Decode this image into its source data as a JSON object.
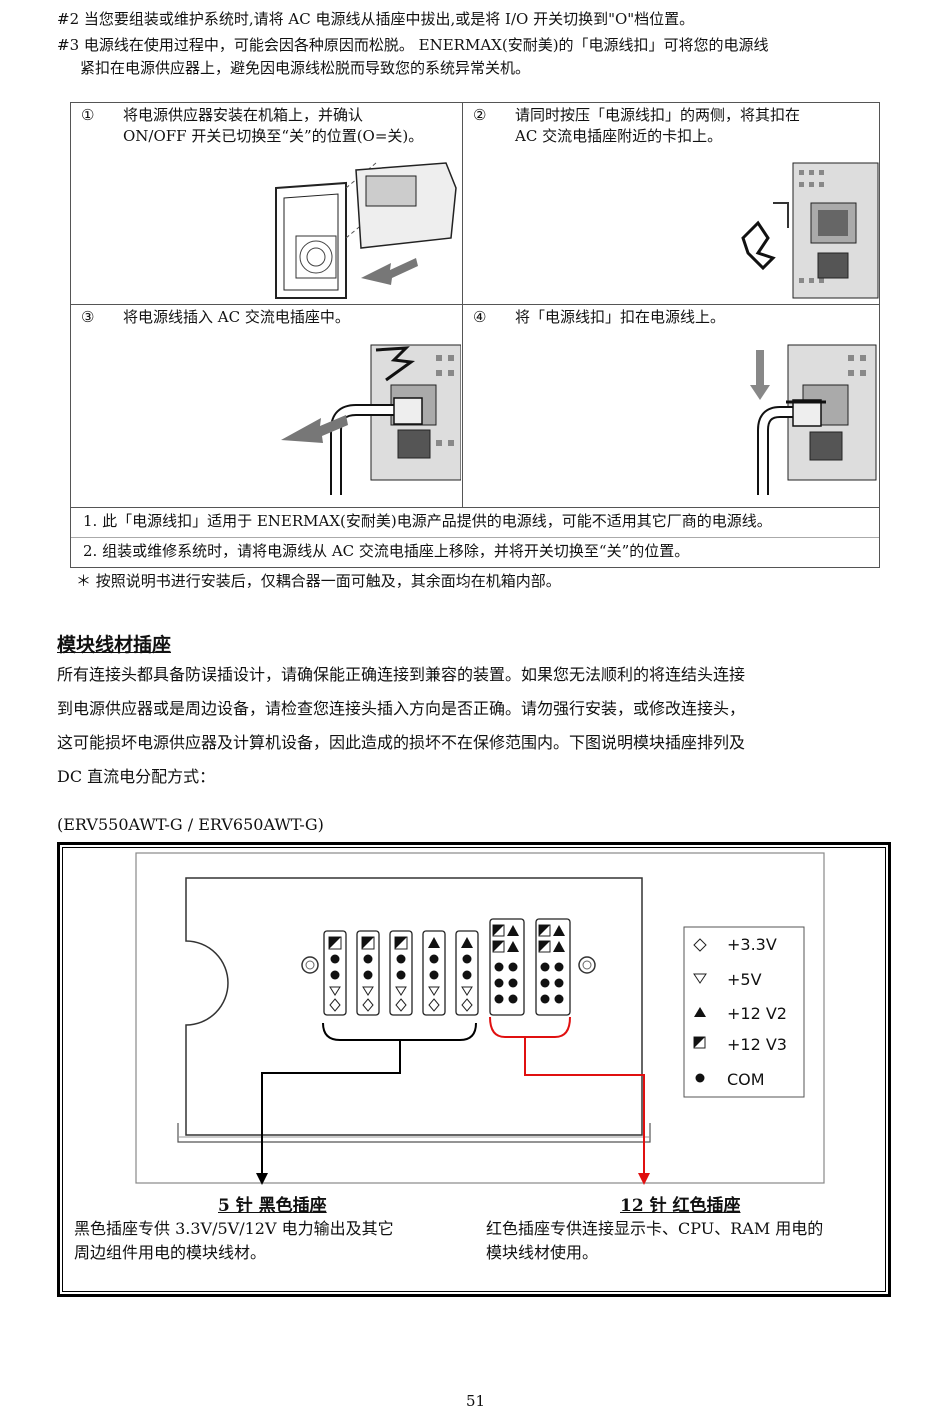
{
  "notes": {
    "n2": "#2 当您要组装或维护系统时,请将 AC 电源线从插座中拔出,或是将 I/O 开关切换到\"O\"档位置。",
    "n3_l1": "#3  电源线在使用过程中，可能会因各种原因而松脱。 ENERMAX(安耐美)的「电源线扣」可将您的电源线",
    "n3_l2": "紧扣在电源供应器上，避免因电源线松脱而导致您的系统异常关机。"
  },
  "steps": [
    {
      "num": "①",
      "line1": "将电源供应器安装在机箱上，并确认",
      "line2": "ON/OFF 开关已切换至“关”的位置(O=关)。"
    },
    {
      "num": "②",
      "line1": "请同时按压「电源线扣」的两侧，将其扣在",
      "line2": "AC 交流电插座附近的卡扣上。"
    },
    {
      "num": "③",
      "line1": "将电源线插入 AC 交流电插座中。",
      "line2": ""
    },
    {
      "num": "④",
      "line1": "将「电源线扣」扣在电源线上。",
      "line2": ""
    }
  ],
  "footnotes": [
    "1.    此「电源线扣」适用于 ENERMAX(安耐美)电源产品提供的电源线，可能不适用其它厂商的电源线。",
    "2.    组装或维修系统时，请将电源线从 AC 交流电插座上移除，并将开关切换至“关”的位置。"
  ],
  "asterisk_note": "＊ 按照说明书进行安装后，仅耦合器一面可触及，其余面均在机箱内部。",
  "section": {
    "title": "模块线材插座",
    "para_lines": [
      "所有连接头都具备防误插设计，请确保能正确连接到兼容的装置。如果您无法顺利的将连结头连接",
      "到电源供应器或是周边设备，请检查您连接头插入方向是否正确。请勿强行安装，或修改连接头，",
      "这可能损坏电源供应器及计算机设备，因此造成的损坏不在保修范围内。下图说明模块插座排列及",
      "DC 直流电分配方式："
    ],
    "model": "(ERV550AWT-G / ERV650AWT-G)"
  },
  "legend": [
    {
      "symbol": "diamond",
      "label": "+3.3V"
    },
    {
      "symbol": "triangle-down",
      "label": "+5V"
    },
    {
      "symbol": "triangle-up",
      "label": "+12 V2"
    },
    {
      "symbol": "half-square",
      "label": "+12 V3"
    },
    {
      "symbol": "dot",
      "label": "COM"
    }
  ],
  "captions": {
    "left_title": "5 针  黑色插座",
    "left_l1": "黑色插座专供 3.3V/5V/12V 电力输出及其它",
    "left_l2": "周边组件用电的模块线材。",
    "right_title": "12 针  红色插座",
    "right_l1": "红色插座专供连接显示卡、CPU、RAM 用电的",
    "right_l2": "模块线材使用。"
  },
  "colors": {
    "red_bracket": "#e01010",
    "black_bracket": "#000000"
  },
  "page_number": "51"
}
